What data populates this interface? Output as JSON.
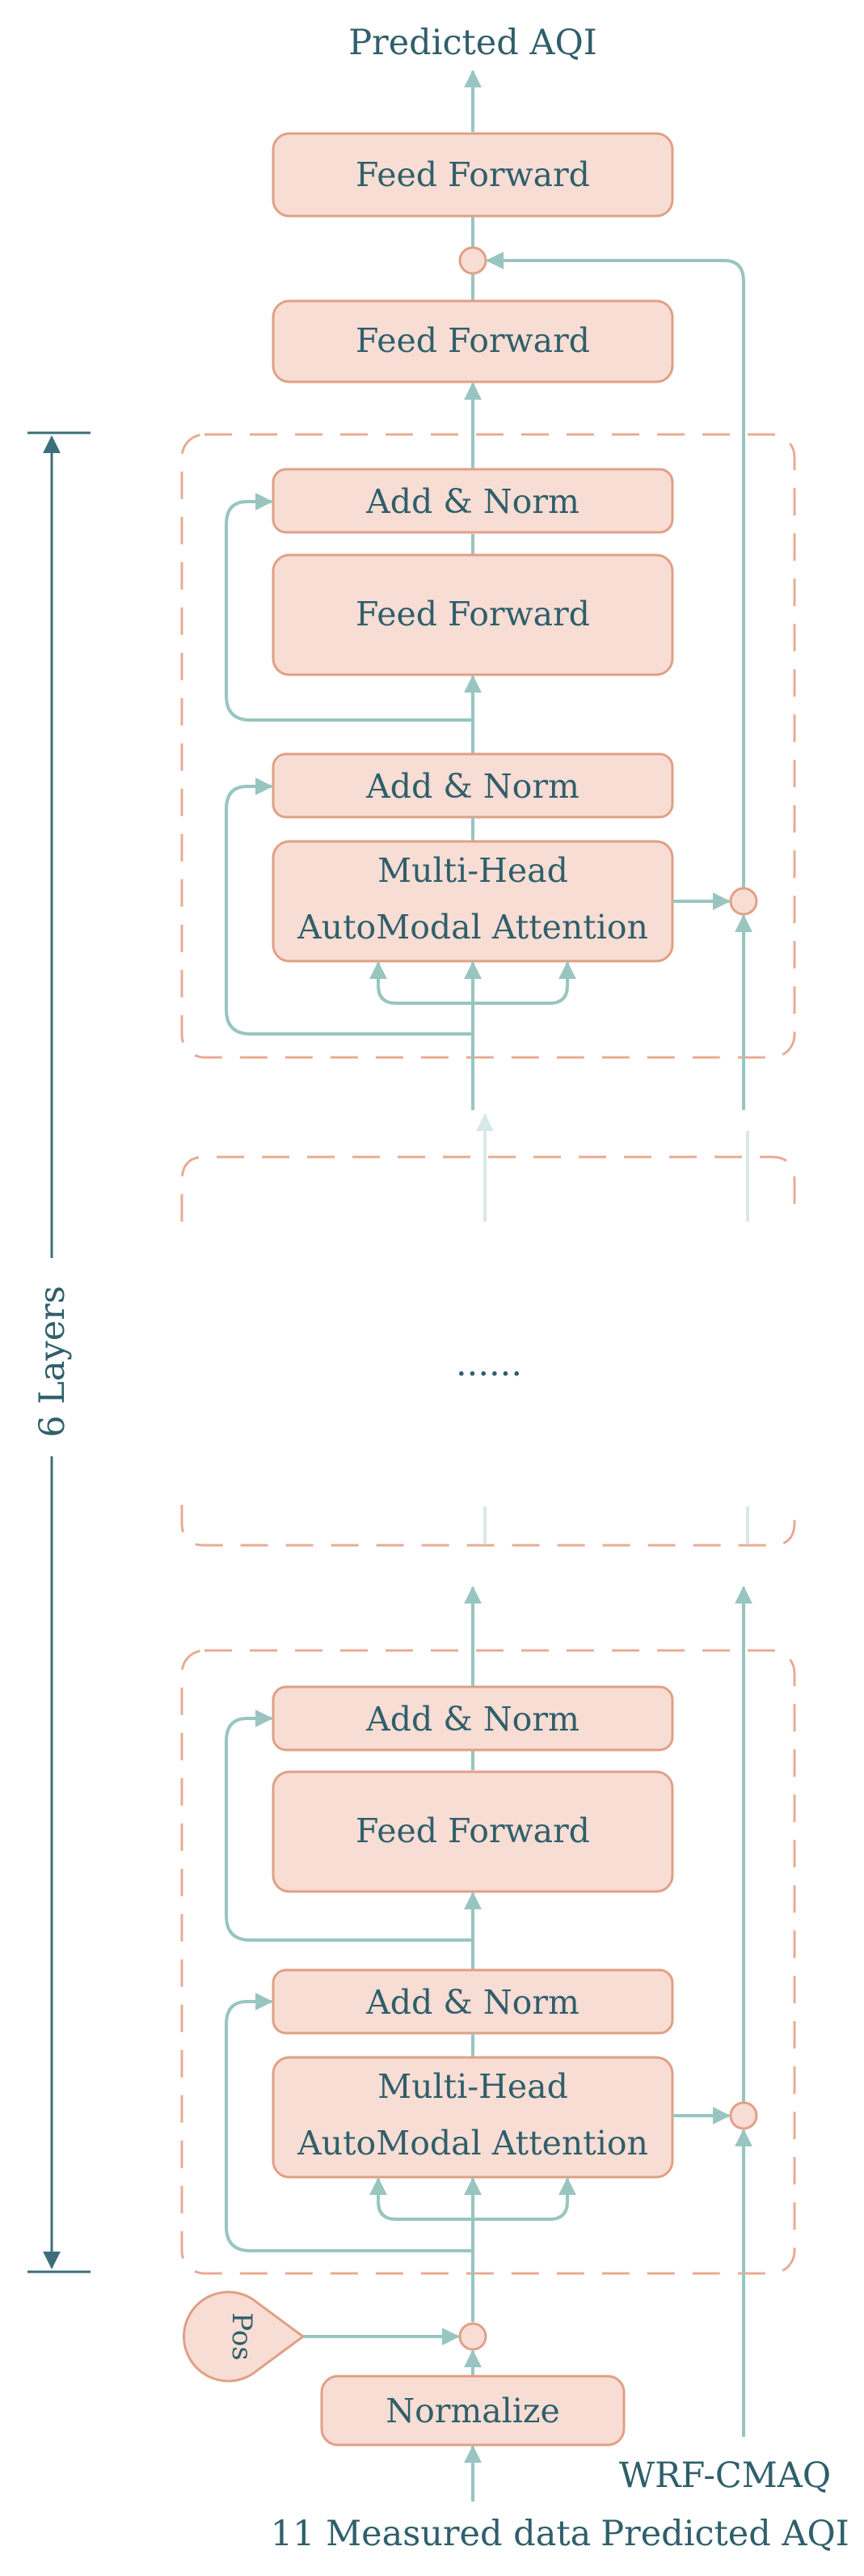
{
  "diagram": {
    "top_output": "Predicted AQI",
    "feed_forward_top": "Feed Forward",
    "feed_forward_second": "Feed Forward",
    "layer_count": "6 Layers",
    "ellipsis": "......",
    "encoder_layer": {
      "add_norm": "Add & Norm",
      "feed_forward": "Feed Forward",
      "attention_line1": "Multi-Head",
      "attention_line2": "AutoModal Attention"
    },
    "positional_encoding": "Pos",
    "normalize": "Normalize",
    "input_left": "11 Measured data",
    "input_right_line1": "WRF-CMAQ",
    "input_right_line2": "Predicted AQI"
  },
  "colors": {
    "box_fill": "#f8ddd4",
    "box_stroke": "#e0a086",
    "arrow": "#98c5c0",
    "text": "#2f5f6b"
  }
}
